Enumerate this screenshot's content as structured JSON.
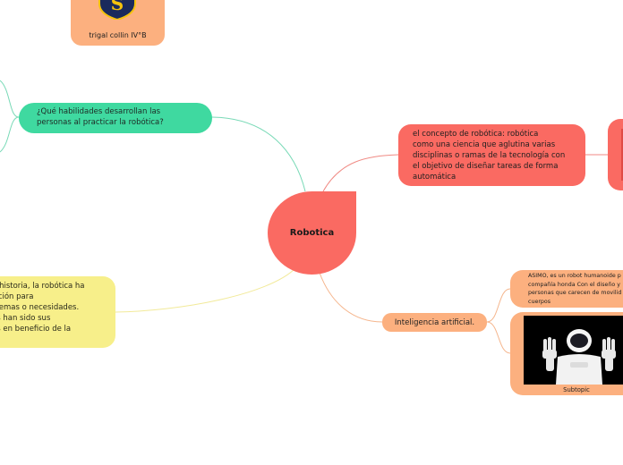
{
  "central_topic": "Robotica",
  "top_card": {
    "caption": "trigal collin   IV°B",
    "logo_letter": "S",
    "logo_colors": {
      "shield": "#1a2a5c",
      "rim": "#f4c20d",
      "letter": "#f4c20d"
    }
  },
  "branches": {
    "habilidades": "¿Qué habilidades desarrollan las\npersonas al practicar la robótica?",
    "concepto": " el concepto de robótica:           robótica\ncomo una ciencia que aglutina varias\ndisciplinas o ramas de la tecnología con\nel objetivo de diseñar tareas de forma\nautomática",
    "historia": "u historia, la robótica ha\nsición para\nblemas o necesidades.\nes han sido sus\nes en beneficio de la",
    "inteligencia": "Inteligencia artificial."
  },
  "subtopics": {
    "asimo": "ASIMO, es un robot humanoide p\ncompañía honda Con el diseño y\npersonas que carecen de movilid\ncuerpos",
    "image_caption": "Subtopic",
    "image_icon": "humanoid-robot-photo"
  },
  "colors": {
    "central": "#fa6a62",
    "orange": "#fcb07f",
    "green": "#3fd9a0",
    "yellow": "#f7ef8a",
    "link_red": "#f08a84",
    "link_green": "#78d9b6",
    "link_orange": "#f5b58c",
    "link_yellow": "#f2ea9a"
  }
}
